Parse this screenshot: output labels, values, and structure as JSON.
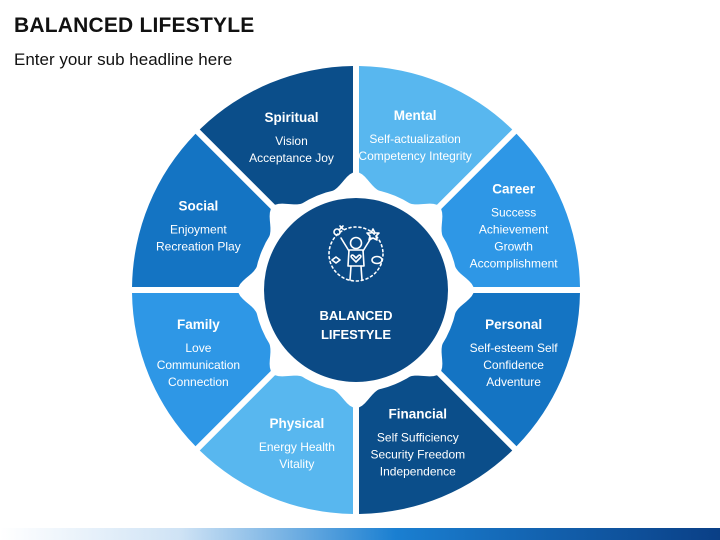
{
  "header": {
    "title": "BALANCED LIFESTYLE",
    "subtitle": "Enter your sub headline here"
  },
  "center": {
    "lines": [
      "BALANCED",
      "LIFESTYLE"
    ],
    "icon": "person-with-balls-icon",
    "color": "#0b4a85"
  },
  "segments": [
    {
      "key": "spiritual",
      "title": "Spiritual",
      "lines": [
        "Vision",
        "Acceptance Joy"
      ],
      "color": "#0b4e8a"
    },
    {
      "key": "mental",
      "title": "Mental",
      "lines": [
        "Self-actualization",
        "Competency Integrity"
      ],
      "color": "#58b7ef"
    },
    {
      "key": "career",
      "title": "Career",
      "lines": [
        "Success",
        "Achievement",
        "Growth",
        "Accomplishment"
      ],
      "color": "#2e97e6"
    },
    {
      "key": "personal",
      "title": "Personal",
      "lines": [
        "Self-esteem Self",
        "Confidence",
        "Adventure"
      ],
      "color": "#1474c3"
    },
    {
      "key": "financial",
      "title": "Financial",
      "lines": [
        "Self Sufficiency",
        "Security Freedom",
        "Independence"
      ],
      "color": "#0b4e8a"
    },
    {
      "key": "physical",
      "title": "Physical",
      "lines": [
        "Energy Health",
        "Vitality"
      ],
      "color": "#58b7ef"
    },
    {
      "key": "family",
      "title": "Family",
      "lines": [
        "Love",
        "Communication",
        "Connection"
      ],
      "color": "#2e97e6"
    },
    {
      "key": "social",
      "title": "Social",
      "lines": [
        "Enjoyment",
        "Recreation Play"
      ],
      "color": "#1474c3"
    }
  ]
}
